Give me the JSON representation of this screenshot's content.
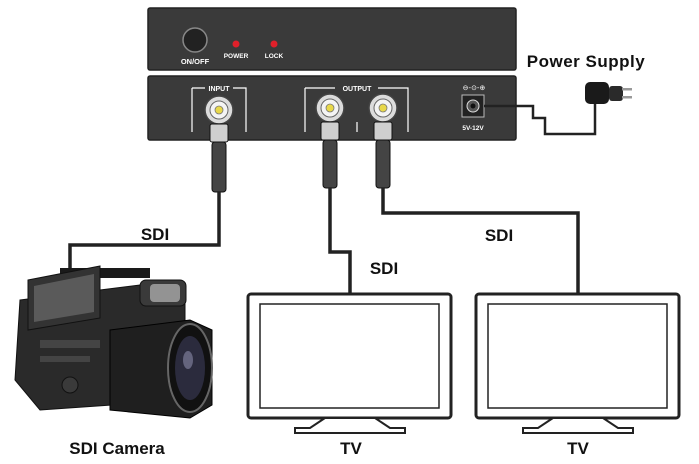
{
  "device": {
    "top_panel": {
      "switch_label": "ON/OFF",
      "power_led_label": "POWER",
      "lock_led_label": "LOCK"
    },
    "back_panel": {
      "input_label": "INPUT",
      "output_label": "OUTPUT",
      "dc_label": "5V-12V"
    }
  },
  "labels": {
    "power_supply": "Power Supply",
    "cable_input": "SDI",
    "cable_output_1": "SDI",
    "cable_output_2": "SDI",
    "camera": "SDI Camera",
    "tv_1": "TV",
    "tv_2": "TV"
  },
  "colors": {
    "device_body": "#3a3a3a",
    "led_red": "#e0202a",
    "connector_yellow": "#e8d84a",
    "cable": "#222222"
  }
}
